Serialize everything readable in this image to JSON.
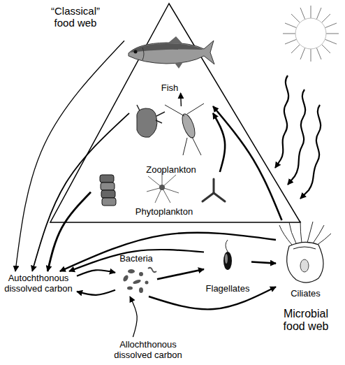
{
  "diagram": {
    "nodes": [
      {
        "text": [
          "Fish"
        ]
      },
      {
        "text": [
          "Zooplankton"
        ]
      },
      {
        "text": [
          "Phytoplankton"
        ]
      },
      {
        "text": [
          "Autochthonous dissolved carbon"
        ]
      },
      {
        "text": [
          "Bacteria"
        ]
      },
      {
        "text": [
          "Flagellates"
        ]
      },
      {
        "text": [
          "Ciliates"
        ]
      },
      {
        "text": [
          "Allochthonous dissolved carbon"
        ]
      }
    ],
    "edges": [
      {
        "from": 1,
        "to": 0,
        "arrow": "to"
      },
      {
        "from": 2,
        "to": 1,
        "arrow": "to"
      },
      {
        "from": 6,
        "to": 1,
        "arrow": "to"
      },
      {
        "from": 0,
        "to": 3,
        "arrow": "to"
      },
      {
        "from": 1,
        "to": 3,
        "arrow": "to"
      },
      {
        "from": 2,
        "to": 3,
        "arrow": "to"
      },
      {
        "from": 3,
        "to": 4,
        "arrow": "to"
      },
      {
        "from": 4,
        "to": 3,
        "arrow": "to"
      },
      {
        "from": 4,
        "to": 5,
        "arrow": "to"
      },
      {
        "from": 5,
        "to": 6,
        "arrow": "to"
      },
      {
        "from": 4,
        "to": 6,
        "arrow": "to"
      },
      {
        "from": 5,
        "to": 3,
        "arrow": "to"
      },
      {
        "from": 6,
        "to": 3,
        "arrow": "to"
      },
      {
        "from": 7,
        "to": 4,
        "arrow": "to"
      }
    ],
    "labels": [
      "“Classical” food web",
      "Microbial food web"
    ]
  }
}
